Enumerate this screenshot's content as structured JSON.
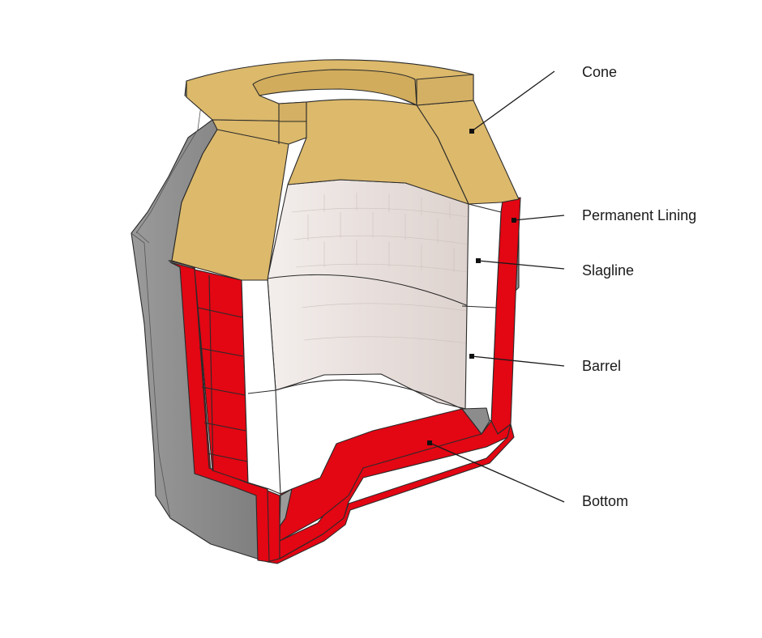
{
  "labels": {
    "cone": "Cone",
    "permanent_lining": "Permanent Lining",
    "slagline": "Slagline",
    "barrel": "Barrel",
    "bottom": "Bottom"
  },
  "colors": {
    "cone": "#dcb96b",
    "permanent_lining": "#e30613",
    "shell": "#8c8c8c",
    "working_lining": "#ffffff",
    "interior": "#e8dfdc",
    "outline": "#2a2a2a"
  }
}
